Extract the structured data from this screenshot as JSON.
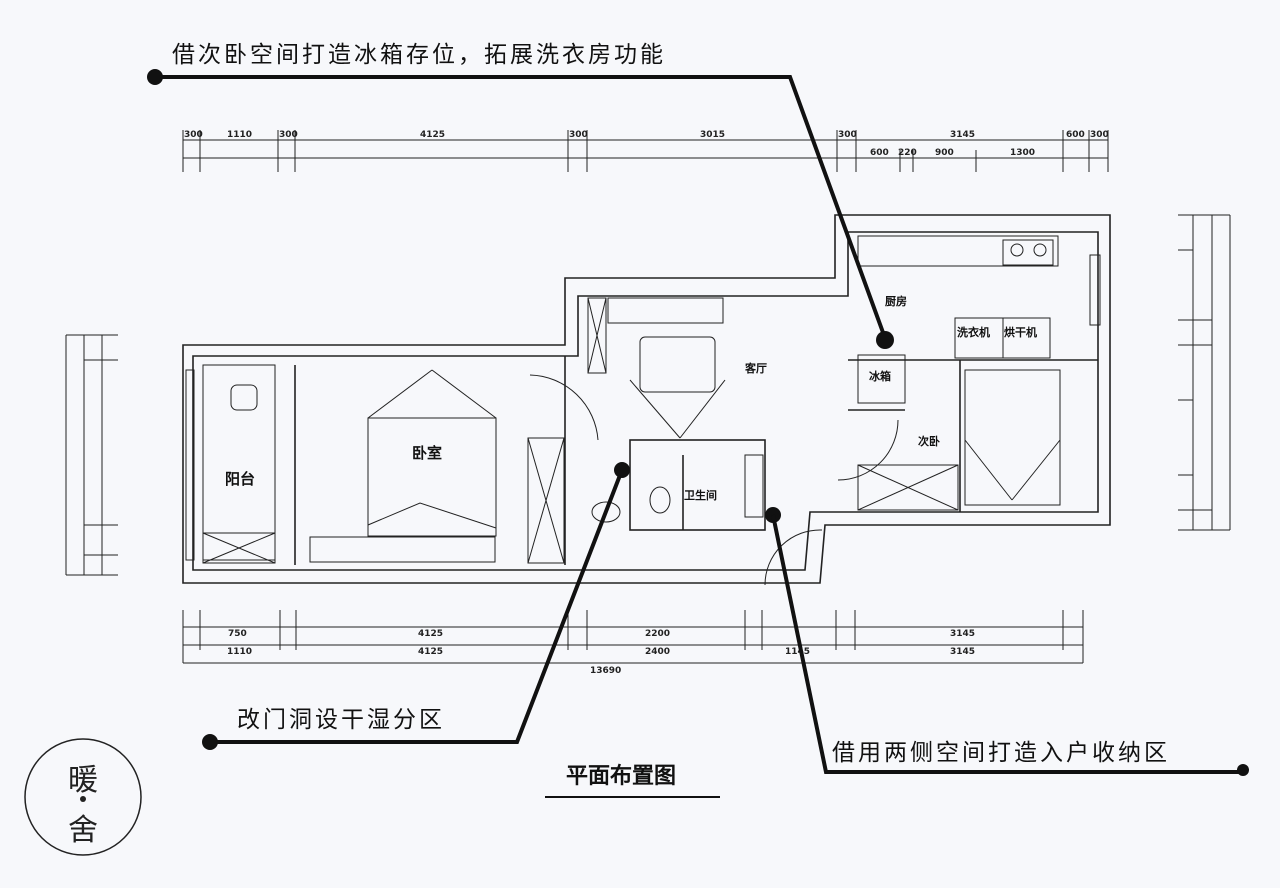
{
  "title": "平面布置图",
  "annotations": [
    "借次卧空间打造冰箱存位，拓展洗衣房功能",
    "改门洞设干湿分区",
    "借用两侧空间打造入户收纳区"
  ],
  "rooms": {
    "balcony": "阳台",
    "bedroom": "卧室",
    "living": "客厅",
    "bathroom": "卫生间",
    "kitchen": "厨房",
    "second_bedroom": "次卧",
    "fridge": "冰箱",
    "washer": "洗衣机",
    "dryer": "烘干机"
  },
  "dimensions": {
    "top_row1": [
      "300",
      "1110",
      "300",
      "4125",
      "300",
      "3015",
      "300",
      "3145",
      "600",
      "300"
    ],
    "top_row2": [
      "600",
      "220",
      "900",
      "1300"
    ],
    "bottom_row1": [
      "750",
      "4125",
      "2200",
      "3145"
    ],
    "bottom_row2": [
      "1110",
      "4125",
      "2400",
      "1145",
      "3145"
    ],
    "bottom_total": "13690"
  },
  "logo": {
    "text_top": "暖",
    "text_bottom": "舍"
  }
}
